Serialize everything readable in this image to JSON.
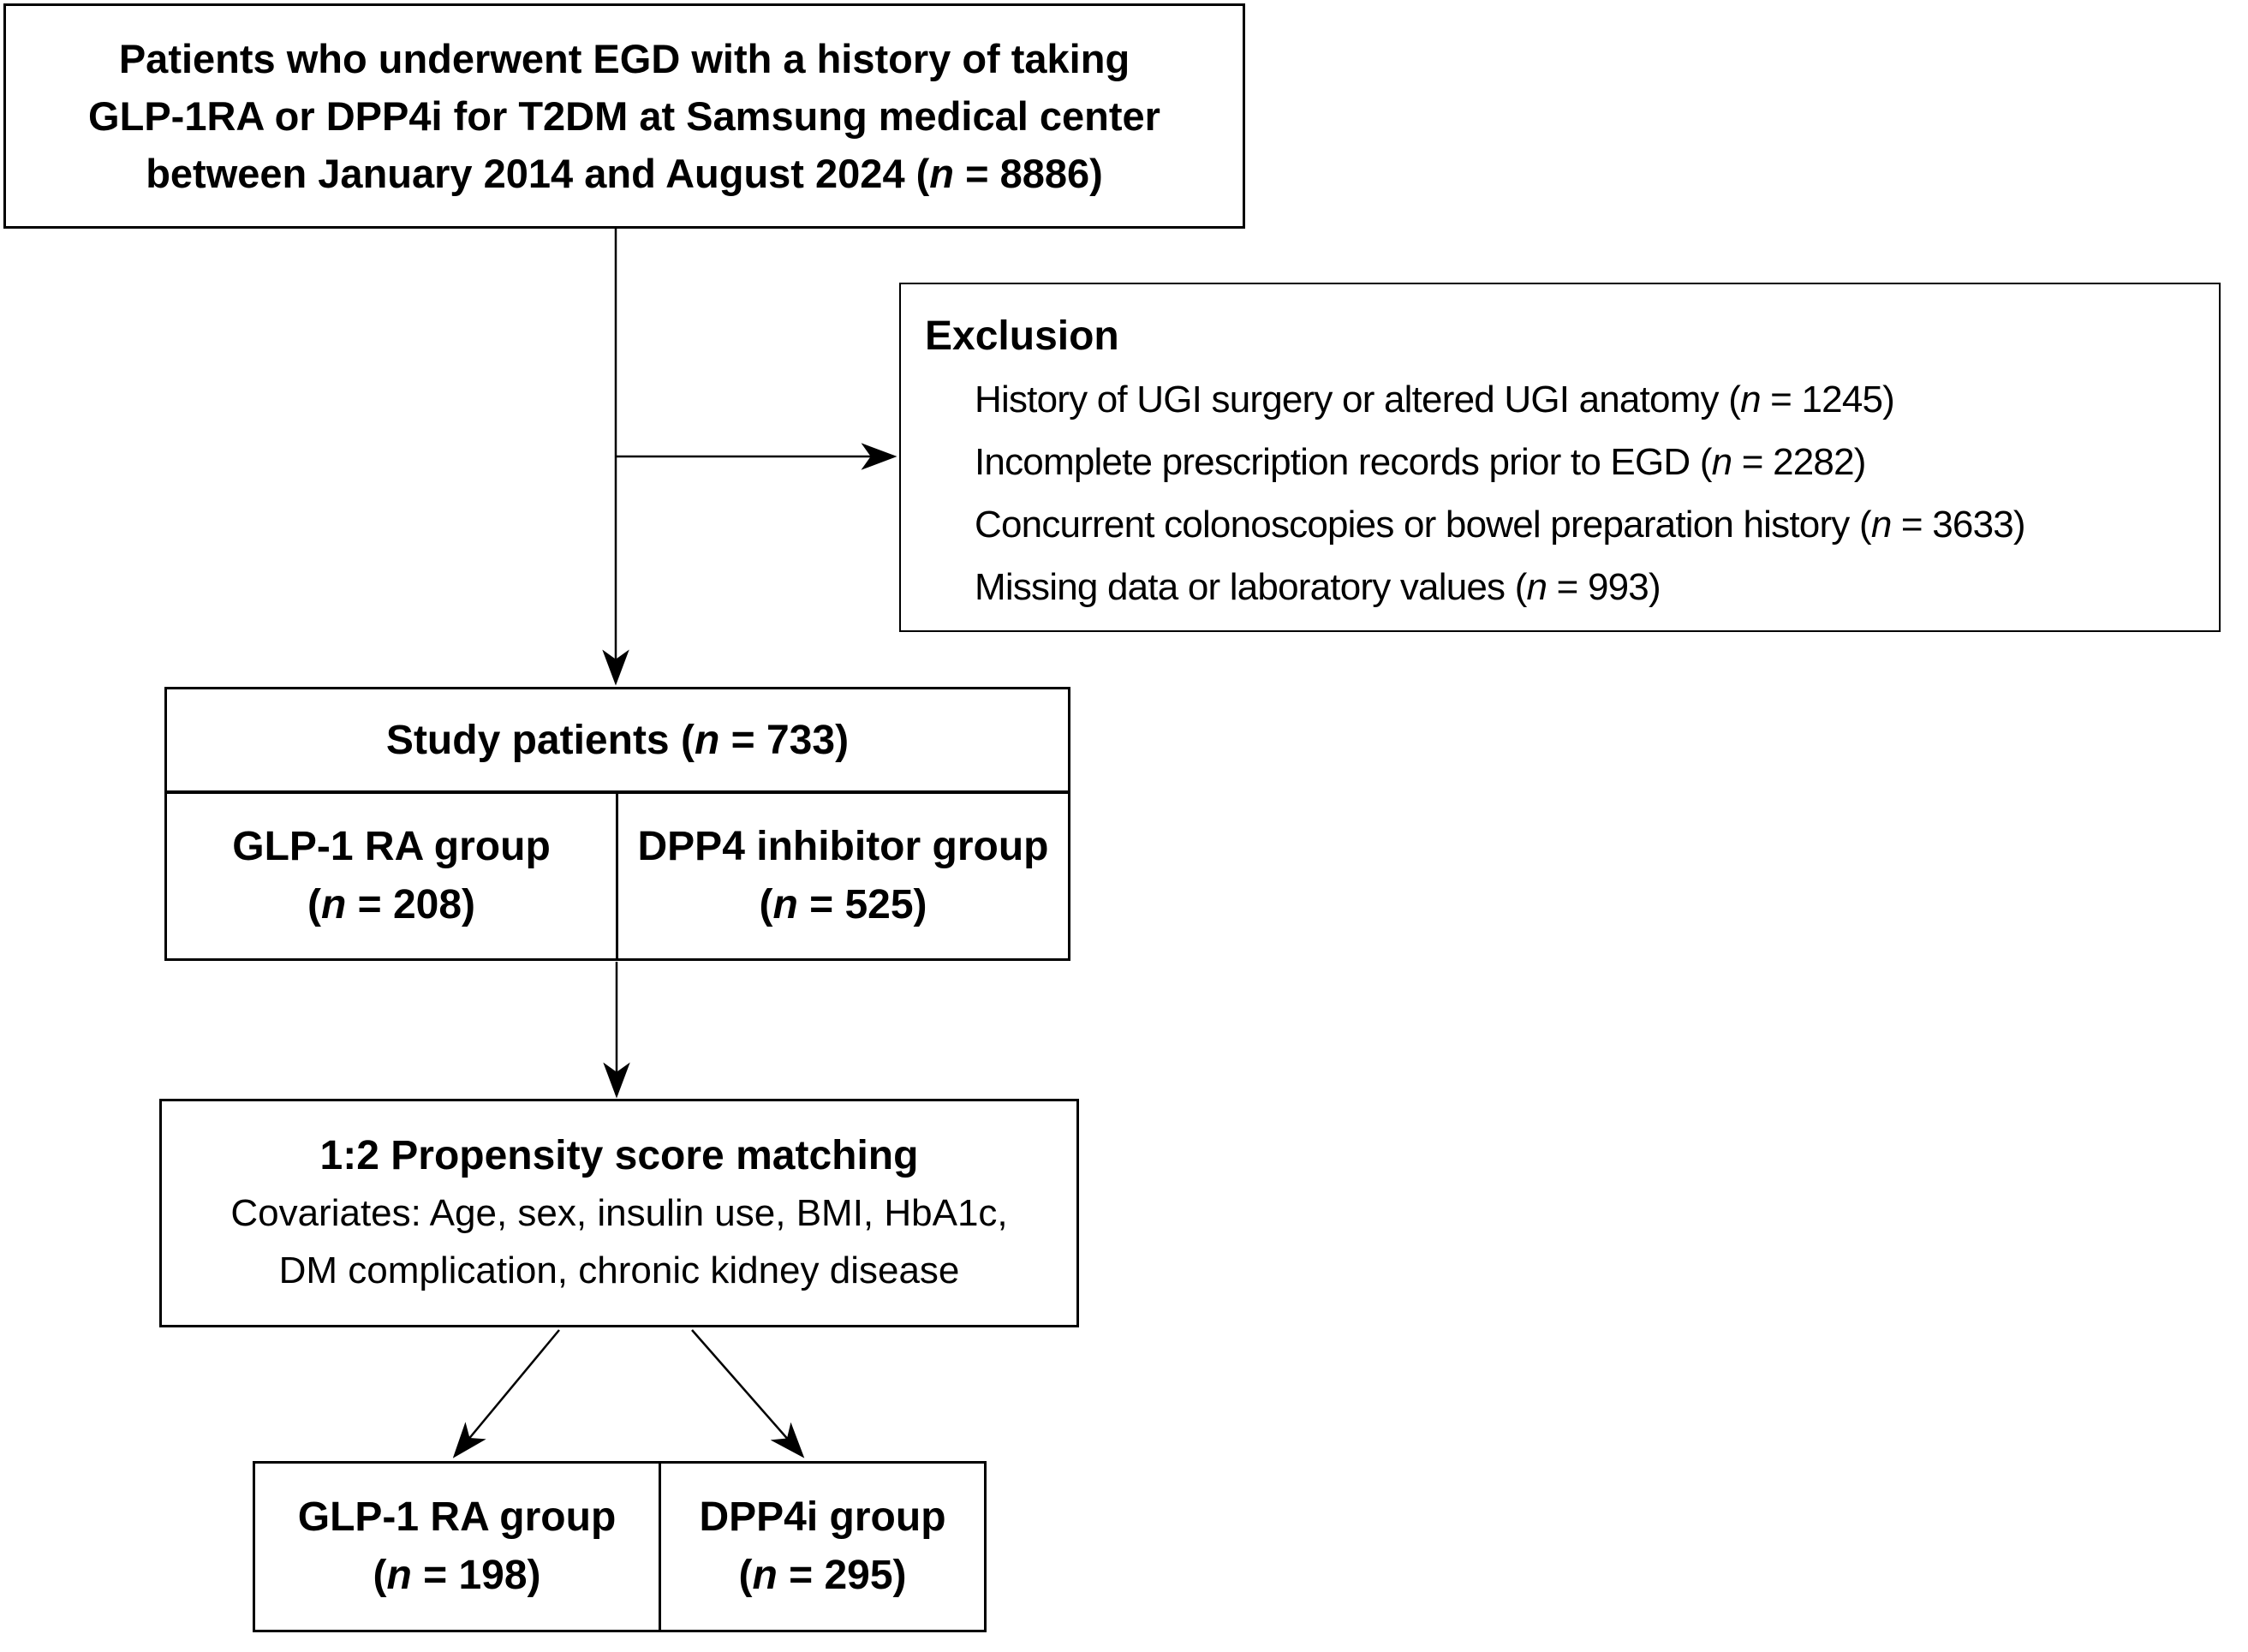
{
  "figure": {
    "background_color": "#ffffff",
    "line_color": "#000000"
  },
  "top_box": {
    "line1": "Patients who underwent EGD with a history of taking",
    "line2": "GLP-1RA or DPP4i for T2DM at Samsung medical center",
    "line3_text": "between January 2014 and August 2024",
    "n": "8886"
  },
  "exclusion_box": {
    "title": "Exclusion",
    "items": [
      {
        "text": "History of UGI surgery or altered UGI anatomy",
        "n": "1245"
      },
      {
        "text": "Incomplete prescription records prior to EGD",
        "n": "2282"
      },
      {
        "text": "Concurrent colonoscopies or bowel preparation history",
        "n": "3633"
      },
      {
        "text": "Missing data or laboratory values",
        "n": "993"
      }
    ]
  },
  "study_box": {
    "header_text": "Study patients",
    "header_n": "733",
    "left_cell": {
      "text": "GLP-1 RA group",
      "n": "208"
    },
    "right_cell": {
      "text": "DPP4 inhibitor group",
      "n": "525"
    }
  },
  "psm_box": {
    "title": "1:2 Propensity score matching",
    "covariates_line1": "Covariates: Age, sex, insulin use, BMI, HbA1c,",
    "covariates_line2": "DM complication, chronic kidney disease"
  },
  "matched_boxes": {
    "left": {
      "text": "GLP-1 RA group",
      "n": "198"
    },
    "right": {
      "text": "DPP4i group",
      "n": "295"
    }
  }
}
